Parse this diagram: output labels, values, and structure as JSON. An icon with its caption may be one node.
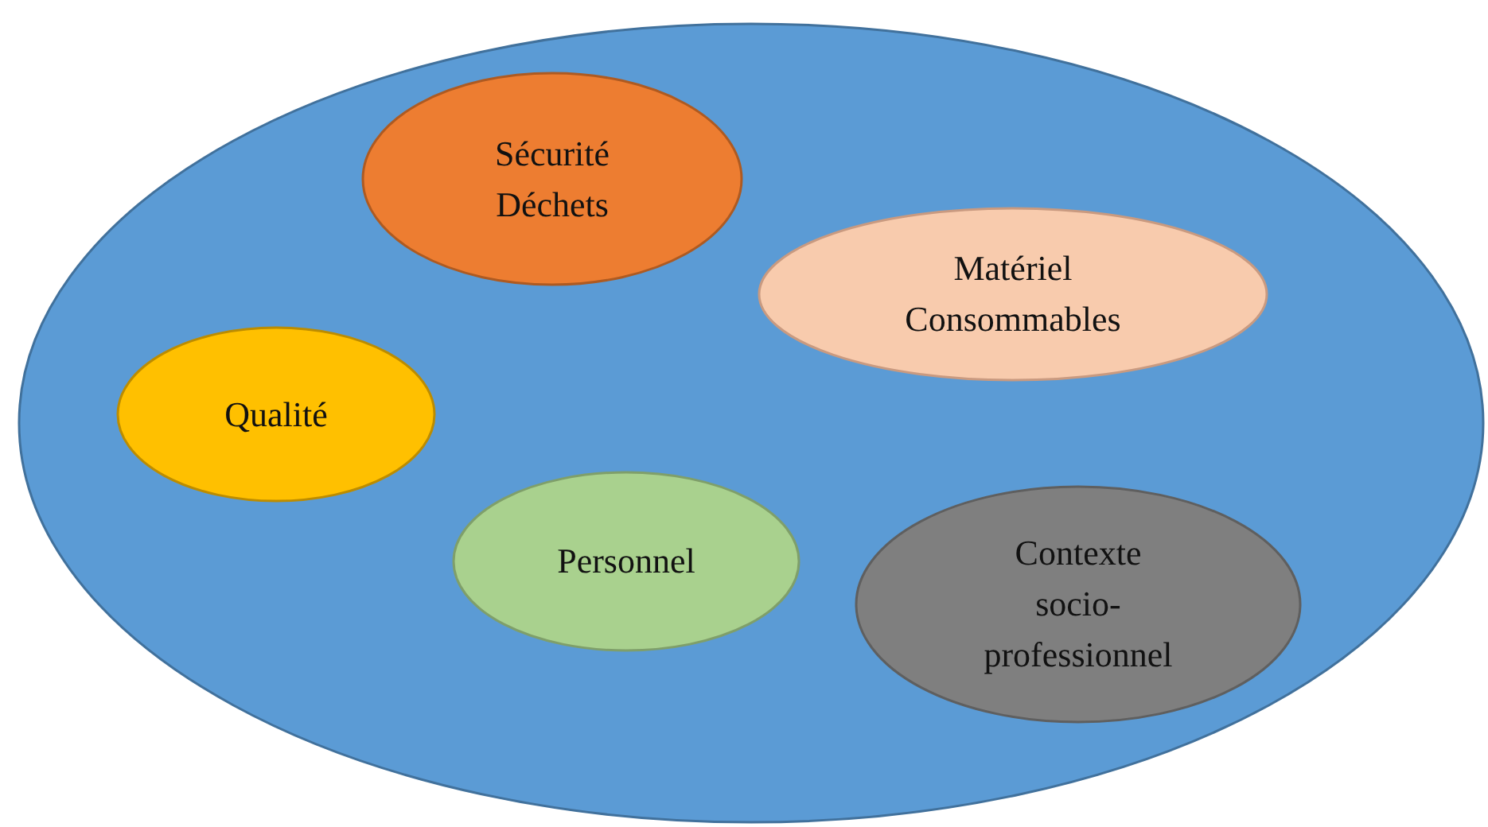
{
  "diagram": {
    "nodes": [
      {
        "text": [],
        "shape": "ellipse"
      },
      {
        "text": [
          "Sécurité Déchets"
        ],
        "in": 0
      },
      {
        "text": [
          "Matériel Consommables"
        ],
        "in": 0
      },
      {
        "text": [
          "Qualité"
        ],
        "in": 0
      },
      {
        "text": [
          "Personnel"
        ],
        "in": 0
      },
      {
        "text": [
          "Contexte socio-professionnel"
        ],
        "in": 0
      }
    ]
  }
}
